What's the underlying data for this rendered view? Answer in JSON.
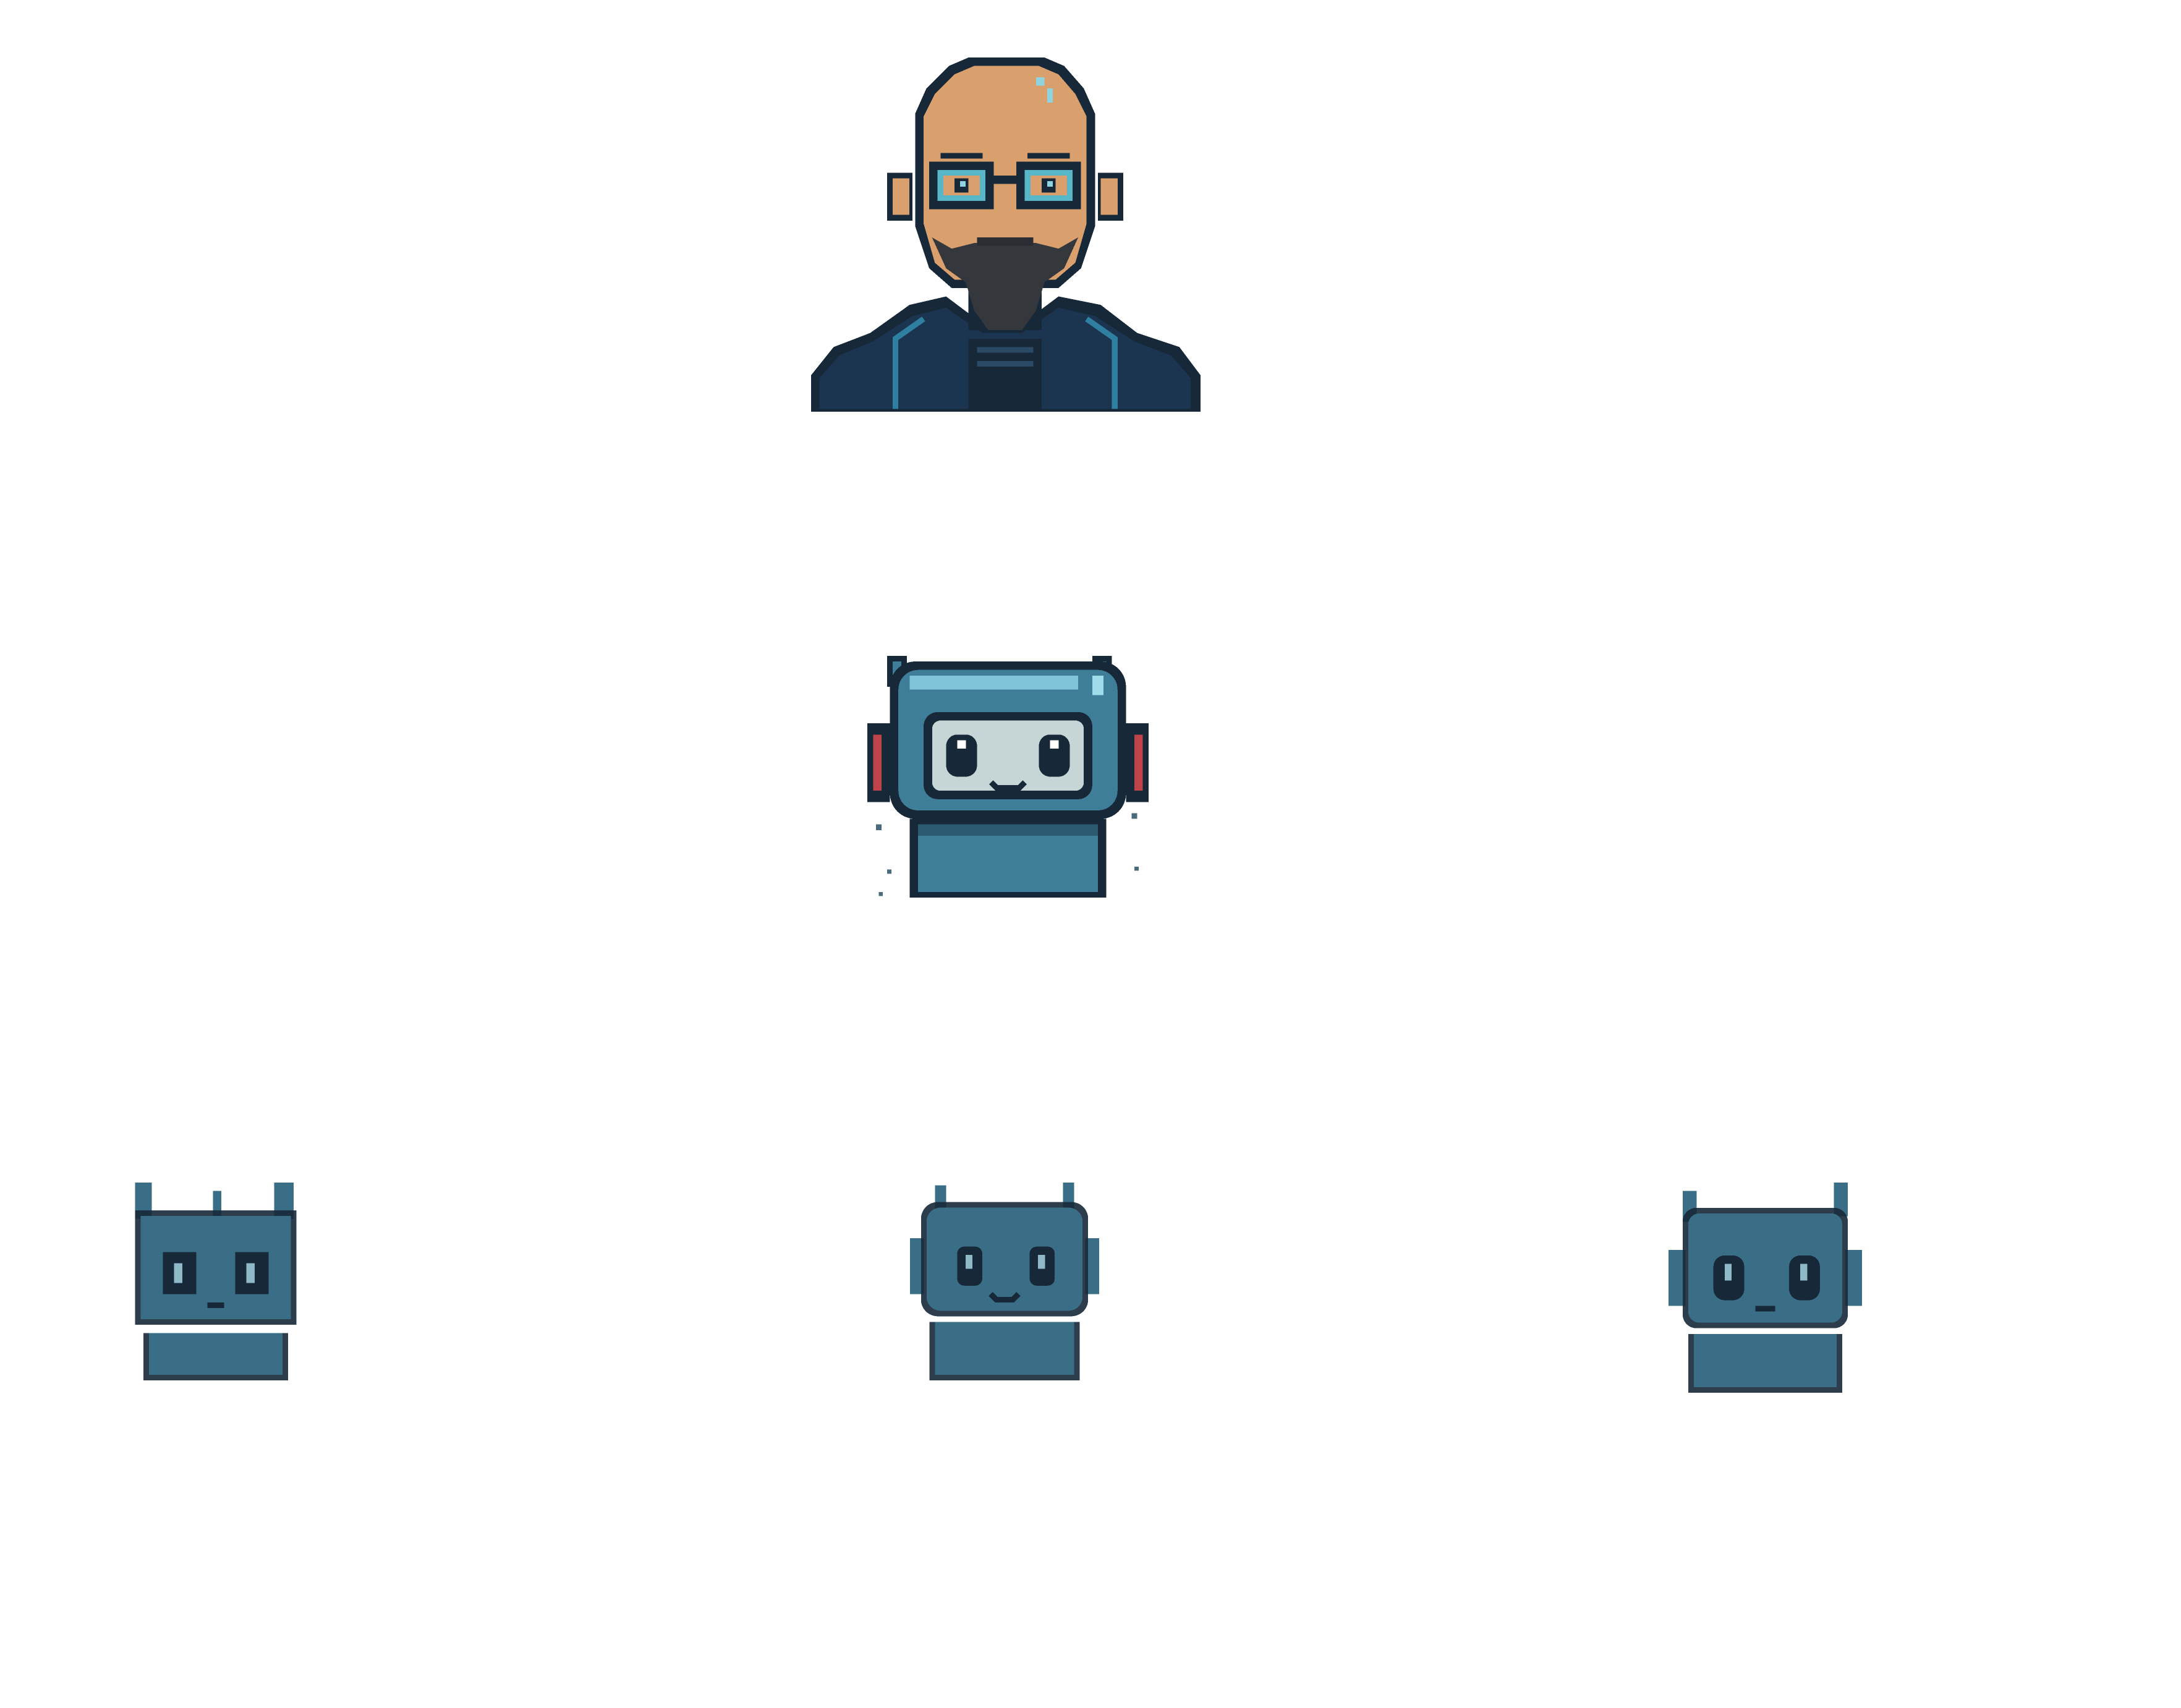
{
  "canvas": {
    "background": "#ffffff"
  },
  "palette": {
    "outline": "#172838",
    "skin": "#d9a06e",
    "skin_shadow": "#b9804e",
    "beard": "#34373c",
    "jacket": "#1b3550",
    "jacket_trim": "#2f7fa0",
    "glasses": "#57b7c9",
    "robot_body": "#3f7e98",
    "robot_light": "#7fc4d8",
    "robot_face": "#c6d6d6",
    "robot_ear": "#c0434a",
    "mini_body": "#3a6d86"
  },
  "sprites": [
    {
      "id": "human",
      "name": "bald-bearded-man-with-glasses",
      "icon": "person-icon"
    },
    {
      "id": "robot",
      "name": "robot-with-headphones",
      "icon": "robot-icon"
    },
    {
      "id": "mini1",
      "name": "mini-robot-antennas",
      "icon": "robot-icon"
    },
    {
      "id": "mini2",
      "name": "mini-robot-smile",
      "icon": "robot-icon"
    },
    {
      "id": "mini3",
      "name": "mini-robot-ears",
      "icon": "robot-icon"
    }
  ]
}
